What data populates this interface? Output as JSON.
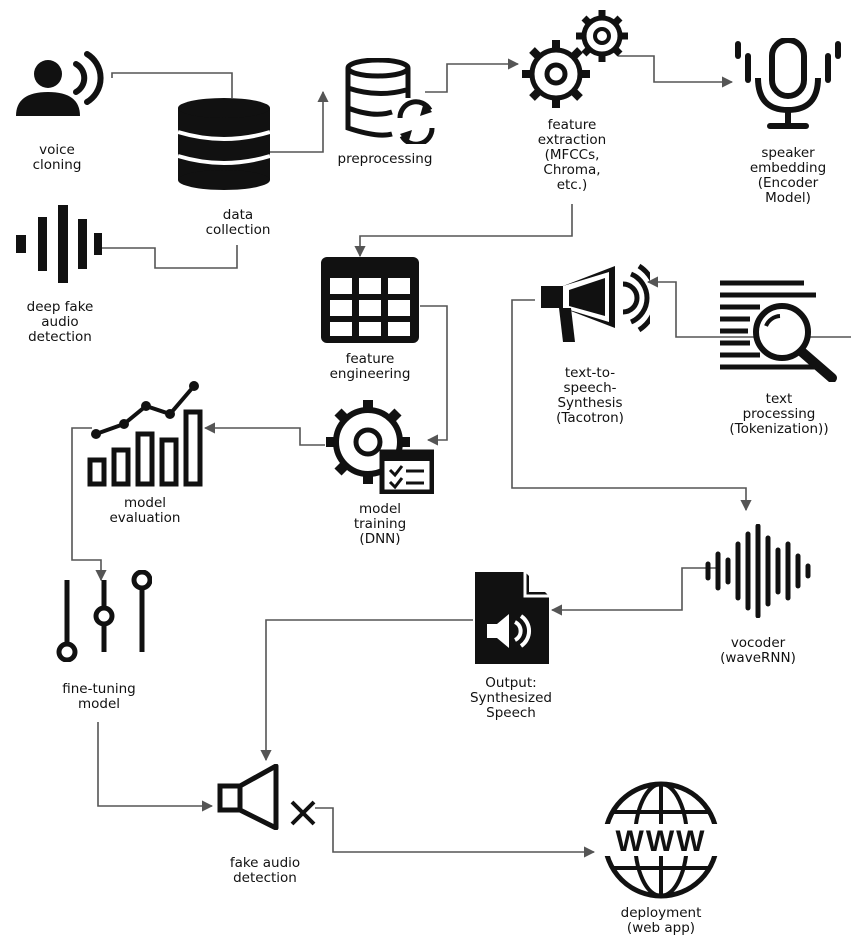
{
  "colors": {
    "ink": "#111111",
    "wire": "#555555",
    "background": "#ffffff"
  },
  "nodes": {
    "voice_cloning": {
      "label": "voice\ncloning",
      "icon": "speaking-person-icon"
    },
    "deep_fake_audio_detection": {
      "label": "deep fake\naudio\ndetection",
      "icon": "audio-wave-icon"
    },
    "data_collection": {
      "label": "data\ncollection",
      "icon": "database-icon"
    },
    "preprocessing": {
      "label": "preprocessing",
      "icon": "database-sync-icon"
    },
    "feature_extraction": {
      "label": "feature\nextraction\n(MFCCs,\nChroma,\netc.)",
      "icon": "gears-icon"
    },
    "speaker_embedding": {
      "label": "speaker\nembedding\n(Encoder\nModel)",
      "icon": "microphone-icon"
    },
    "feature_engineering": {
      "label": "feature\nengineering",
      "icon": "table-icon"
    },
    "text_to_speech": {
      "label": "text-to-\nspeech-\nSynthesis\n(Tacotron)",
      "icon": "megaphone-icon"
    },
    "text_processing": {
      "label": "text\nprocessing\n(Tokenization))",
      "icon": "document-search-icon"
    },
    "model_evaluation": {
      "label": "model\nevaluation",
      "icon": "bar-chart-icon"
    },
    "model_training": {
      "label": "model\ntraining\n(DNN)",
      "icon": "gear-checklist-icon"
    },
    "fine_tuning": {
      "label": "fine-tuning\nmodel",
      "icon": "sliders-icon"
    },
    "vocoder": {
      "label": "vocoder\n(waveRNN)",
      "icon": "sound-wave-icon"
    },
    "output": {
      "label": "Output:\nSynthesized\nSpeech",
      "icon": "audio-file-icon"
    },
    "fake_audio_detection": {
      "label": "fake audio\ndetection",
      "icon": "muted-speaker-icon"
    },
    "deployment": {
      "label": "deployment\n(web app)",
      "icon": "globe-www-icon"
    }
  },
  "www_text": "WWW"
}
